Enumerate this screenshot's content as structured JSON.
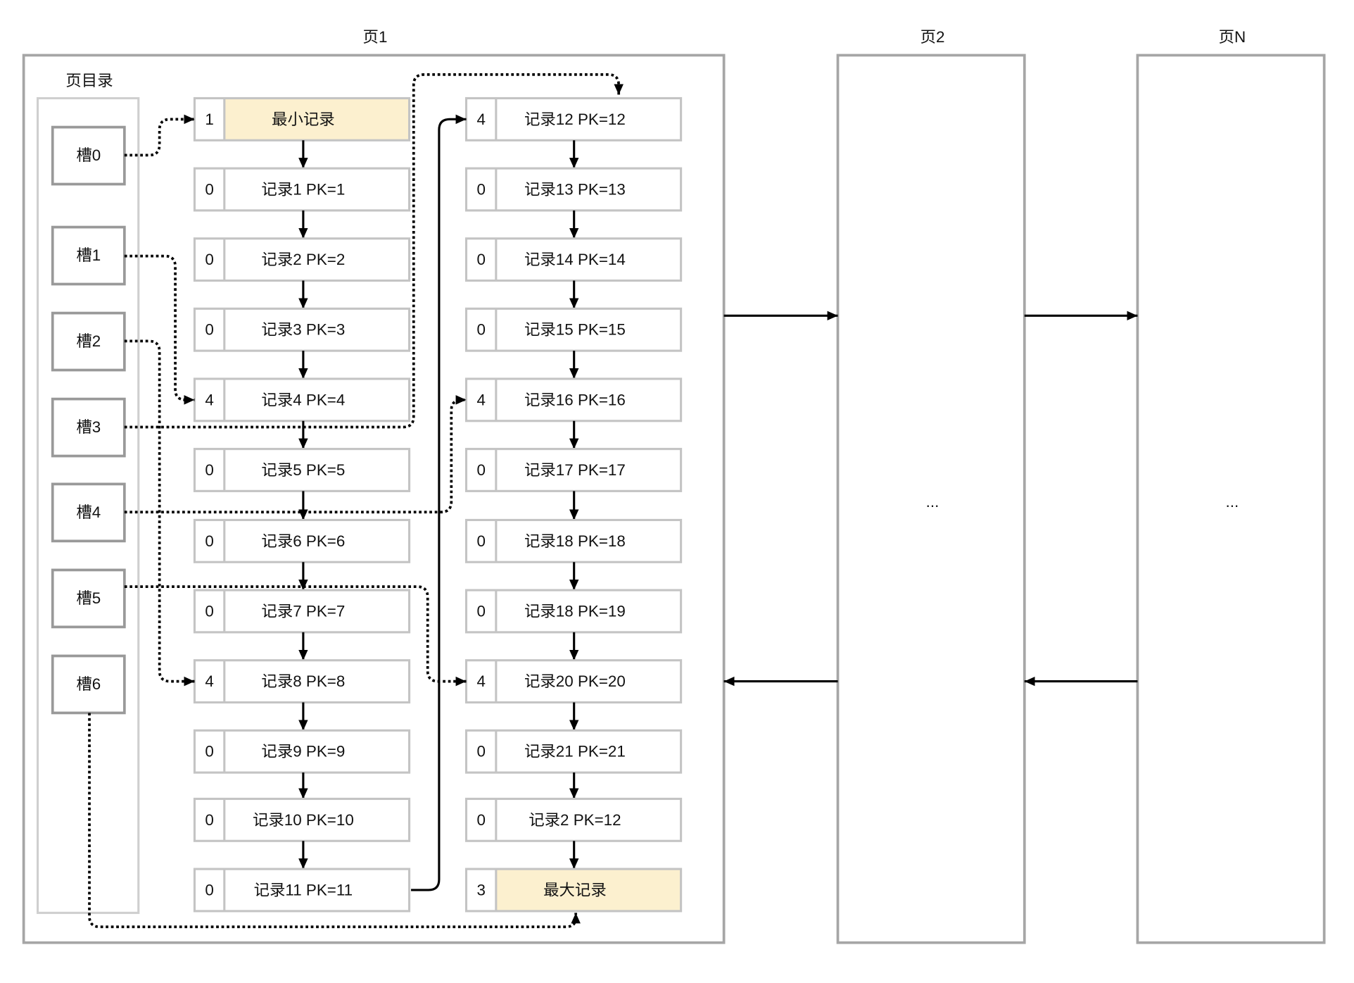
{
  "pages": [
    {
      "title": "页1"
    },
    {
      "title": "页2",
      "content": "..."
    },
    {
      "title": "页N",
      "content": "..."
    }
  ],
  "page_directory": {
    "title": "页目录",
    "slots": [
      "槽0",
      "槽1",
      "槽2",
      "槽3",
      "槽4",
      "槽5",
      "槽6"
    ]
  },
  "records": {
    "column1": [
      {
        "n_owned": "1",
        "label": "最小记录",
        "highlight": true
      },
      {
        "n_owned": "0",
        "label": "记录1 PK=1"
      },
      {
        "n_owned": "0",
        "label": "记录2 PK=2"
      },
      {
        "n_owned": "0",
        "label": "记录3 PK=3"
      },
      {
        "n_owned": "4",
        "label": "记录4 PK=4"
      },
      {
        "n_owned": "0",
        "label": "记录5 PK=5"
      },
      {
        "n_owned": "0",
        "label": "记录6 PK=6"
      },
      {
        "n_owned": "0",
        "label": "记录7 PK=7"
      },
      {
        "n_owned": "4",
        "label": "记录8 PK=8"
      },
      {
        "n_owned": "0",
        "label": "记录9 PK=9"
      },
      {
        "n_owned": "0",
        "label": "记录10 PK=10"
      },
      {
        "n_owned": "0",
        "label": "记录11 PK=11"
      }
    ],
    "column2": [
      {
        "n_owned": "4",
        "label": "记录12 PK=12"
      },
      {
        "n_owned": "0",
        "label": "记录13 PK=13"
      },
      {
        "n_owned": "0",
        "label": "记录14 PK=14"
      },
      {
        "n_owned": "0",
        "label": "记录15 PK=15"
      },
      {
        "n_owned": "4",
        "label": "记录16 PK=16"
      },
      {
        "n_owned": "0",
        "label": "记录17 PK=17"
      },
      {
        "n_owned": "0",
        "label": "记录18 PK=18"
      },
      {
        "n_owned": "0",
        "label": "记录18 PK=19"
      },
      {
        "n_owned": "4",
        "label": "记录20 PK=20"
      },
      {
        "n_owned": "0",
        "label": "记录21 PK=21"
      },
      {
        "n_owned": "0",
        "label": "记录2 PK=12"
      },
      {
        "n_owned": "3",
        "label": "最大记录",
        "highlight": true
      }
    ]
  },
  "colors": {
    "highlight_fill": "#fcf0cf",
    "page_border": "#a6a6a6",
    "record_border": "#c4c4c4",
    "slot_border": "#999999",
    "directory_border": "#cfcfcf",
    "line": "#000000"
  }
}
